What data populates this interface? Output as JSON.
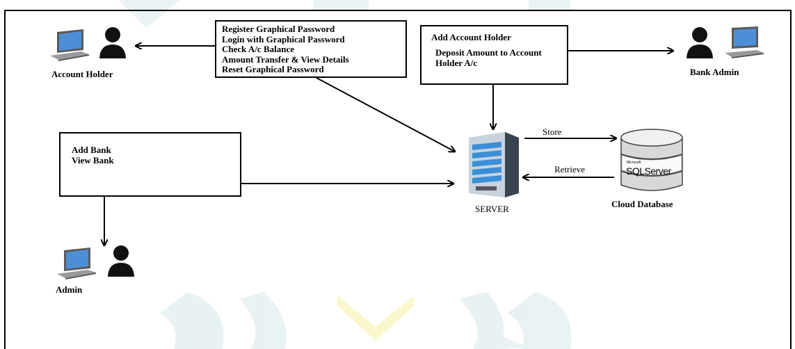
{
  "diagram": {
    "actors": {
      "account_holder": "Account Holder",
      "bank_admin": "Bank Admin",
      "admin": "Admin"
    },
    "account_holder_box": {
      "items": [
        "Register Graphical Password",
        "Login with Graphical Password",
        "Check A/c Balance",
        "Amount Transfer & View Details",
        "Reset Graphical Password"
      ]
    },
    "bank_admin_box": {
      "items": [
        "Add Account Holder",
        "Deposit Amount to Account",
        "Holder A/c"
      ]
    },
    "admin_box": {
      "items": [
        "Add Bank",
        "View Bank"
      ]
    },
    "server_label": "SERVER",
    "database": {
      "label": "Cloud Database",
      "logo_text": "SQLServer",
      "logo_small": "Microsoft"
    },
    "edges": {
      "store": "Store",
      "retrieve": "Retrieve"
    }
  }
}
